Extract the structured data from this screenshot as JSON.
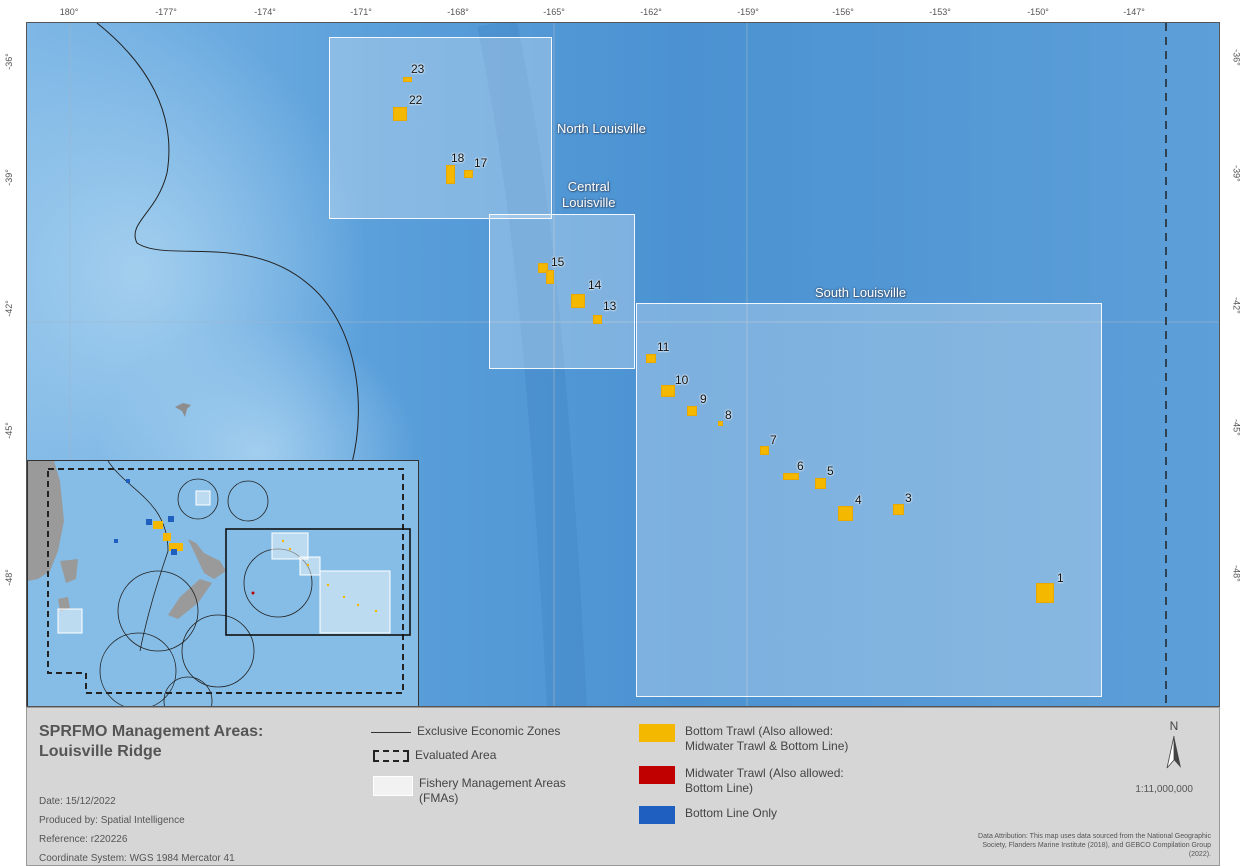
{
  "longitude_labels": [
    "180°",
    "-177°",
    "-174°",
    "-171°",
    "-168°",
    "-165°",
    "-162°",
    "-159°",
    "-156°",
    "-153°",
    "-150°",
    "-147°"
  ],
  "latitude_labels": [
    "-36°",
    "-39°",
    "-42°",
    "-45°",
    "-48°"
  ],
  "fma_areas": [
    {
      "name": "North Louisville"
    },
    {
      "name": "Central\nLouisville"
    },
    {
      "name": "South Louisville"
    }
  ],
  "sites": [
    "1",
    "3",
    "4",
    "5",
    "6",
    "7",
    "8",
    "9",
    "10",
    "11",
    "13",
    "14",
    "15",
    "17",
    "18",
    "22",
    "23"
  ],
  "legend": {
    "title_line1": "SPRFMO Management Areas:",
    "title_line2": "Louisville Ridge",
    "date": "Date: 15/12/2022",
    "produced_by": "Produced by: Spatial Intelligence",
    "reference": "Reference: r220226",
    "coordinate_system": "Coordinate System: WGS 1984 Mercator 41",
    "eez": "Exclusive Economic Zones",
    "evaluated_area": "Evaluated Area",
    "fma_line1": "Fishery Management Areas",
    "fma_line2": "(FMAs)",
    "bottom_trawl_line1": "Bottom Trawl (Also allowed:",
    "bottom_trawl_line2": "Midwater Trawl & Bottom Line)",
    "midwater_trawl_line1": "Midwater Trawl (Also allowed:",
    "midwater_trawl_line2": "Bottom Line)",
    "bottom_line_only": "Bottom Line Only",
    "north_label": "N",
    "scale": "1:11,000,000",
    "attribution": "Data Attribution: This map uses data sourced from the National Geographic Society, Flanders Marine Institute (2018), and GEBCO Compilation Group (2022)."
  },
  "colors": {
    "bottom_trawl": "#f5b800",
    "midwater_trawl": "#c00000",
    "bottom_line_only": "#1f5fbf",
    "ocean": "#5a9ed8"
  }
}
